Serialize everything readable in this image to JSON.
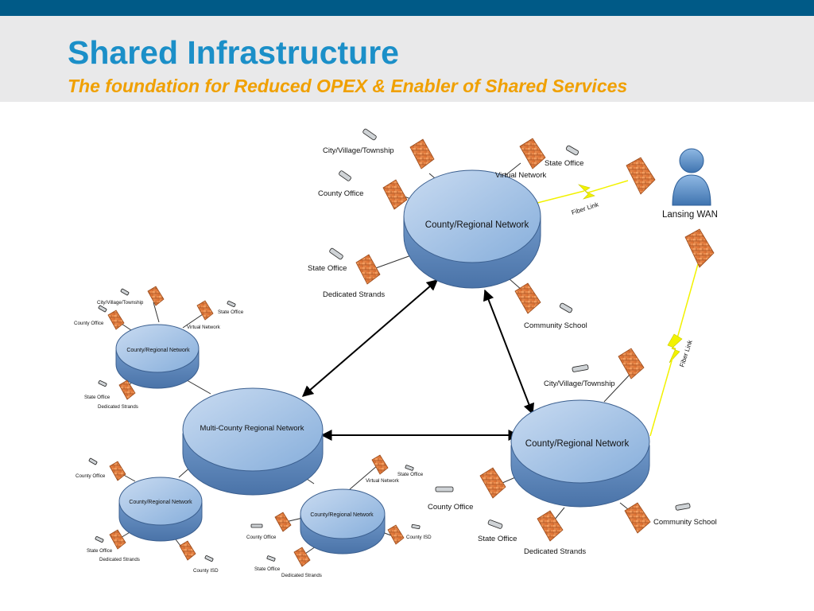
{
  "header": {
    "title": "Shared Infrastructure",
    "subtitle": "The foundation for Reduced OPEX & Enabler of Shared Services"
  },
  "colors": {
    "top_bar": "#005a87",
    "header_bg": "#e9e9ea",
    "title": "#1b8fc8",
    "subtitle": "#f0a000",
    "network_fill": "#8fb3de",
    "firewall": "#e8823a",
    "fiber_link": "#f2f200",
    "user_icon": "#5f95cc"
  },
  "diagram": {
    "multi_county": {
      "label": "Multi-County Regional Network"
    },
    "top_network": {
      "label": "County/Regional Network",
      "nodes": {
        "city": "City/Village/Township",
        "county_office": "County Office",
        "state_office_left": "State Office",
        "dedicated": "Dedicated Strands",
        "virtual": "Virtual Network",
        "state_office_right": "State Office",
        "community_school": "Community School"
      }
    },
    "right_network": {
      "label": "County/Regional Network",
      "nodes": {
        "city": "City/Village/Township",
        "county_office": "County Office",
        "state_office": "State Office",
        "dedicated": "Dedicated Strands",
        "community_school": "Community School"
      }
    },
    "lansing": {
      "label": "Lansing WAN"
    },
    "fiber_link_top": "Fiber Link",
    "fiber_link_right": "Fiber Link",
    "small_upper": {
      "label": "County/Regional Network",
      "nodes": {
        "city": "City/Village/Township",
        "county_office": "County Office",
        "state_office_top": "State Office",
        "virtual": "Virtual Network",
        "state_office_bottom": "State Office",
        "dedicated": "Dedicated Strands"
      }
    },
    "small_lower_left": {
      "label": "County/Regional Network",
      "nodes": {
        "county_office": "County Office",
        "state_office": "State Office",
        "dedicated": "Dedicated Strands",
        "county_isd": "County ISD"
      }
    },
    "small_lower_mid": {
      "label": "County/Regional Network",
      "nodes": {
        "state_office_top": "State Office",
        "virtual": "Virtual Network",
        "county_office": "County Office",
        "county_isd": "County ISD",
        "state_office_bottom": "State Office",
        "dedicated": "Dedicated Strands"
      }
    }
  }
}
